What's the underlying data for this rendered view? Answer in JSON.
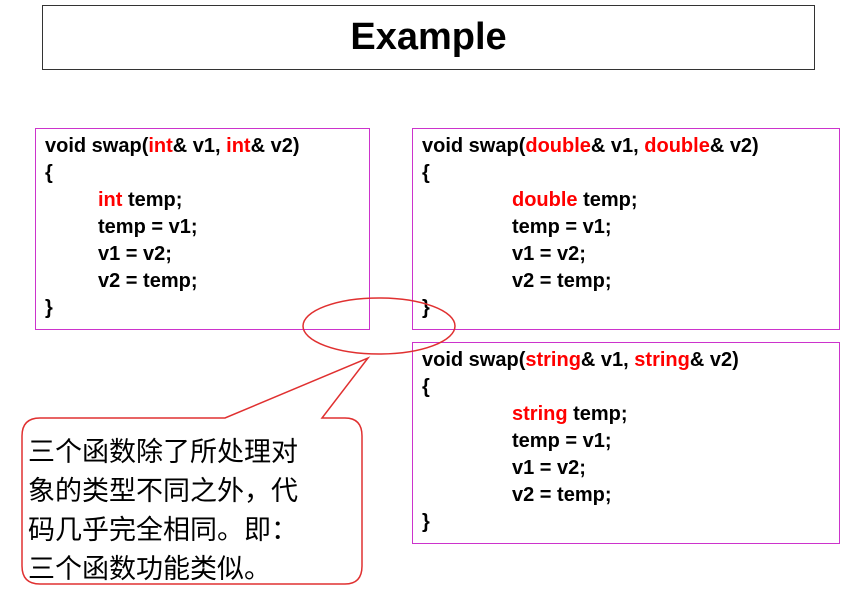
{
  "title": "Example",
  "code_blocks": [
    {
      "header": {
        "pre": "void swap(",
        "t1": "int",
        "mid": "& v1, ",
        "t2": "int",
        "post": "& v2)"
      },
      "open": "{",
      "decl": {
        "type": "int",
        "rest": " temp;"
      },
      "lines": [
        "temp = v1;",
        "v1 = v2;",
        "v2 = temp;"
      ],
      "close": "}"
    },
    {
      "header": {
        "pre": "void swap(",
        "t1": "double",
        "mid": "& v1, ",
        "t2": "double",
        "post": "& v2)"
      },
      "open": "{",
      "decl": {
        "type": "double",
        "rest": " temp;"
      },
      "lines": [
        "temp = v1;",
        "v1 = v2;",
        "v2 = temp;"
      ],
      "close": "}"
    },
    {
      "header": {
        "pre": "void swap(",
        "t1": "string",
        "mid": "& v1, ",
        "t2": "string",
        "post": "& v2)"
      },
      "open": "{",
      "decl": {
        "type": "string",
        "rest": " temp;"
      },
      "lines": [
        "temp = v1;",
        "v1 = v2;",
        "v2 = temp;"
      ],
      "close": "}"
    }
  ],
  "callout": {
    "lines": [
      "三个函数除了所处理对",
      "象的类型不同之外，代",
      "码几乎完全相同。即：",
      "三个函数功能类似。"
    ]
  },
  "colors": {
    "keyword": "#ff0000",
    "box_border": "#cc33cc",
    "callout": "#e03030"
  }
}
